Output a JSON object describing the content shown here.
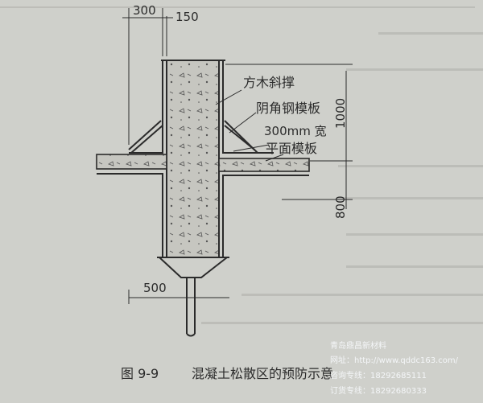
{
  "dimensions": {
    "top_left": "300",
    "top_right": "150",
    "height_upper": "1000",
    "height_lower": "800",
    "bottom_width": "500"
  },
  "labels": {
    "brace": "方木斜撑",
    "corner_form": "阴角钢模板",
    "width_spec": "300mm 宽",
    "flat_form": "平面模板"
  },
  "caption": {
    "number": "图 9-9",
    "title": "混凝土松散区的预防示意"
  },
  "watermark": {
    "name": "青岛鼎昌新材料",
    "url": "网址：http://www.qddc163.com/",
    "phone": "咨询专线：18292685111",
    "order": "订货专线：18292680333"
  },
  "colors": {
    "paper": "#cfd0cb",
    "ink": "#2b2b2b",
    "concrete": "#c6c6c0",
    "watermark": "#f4f6f8"
  }
}
